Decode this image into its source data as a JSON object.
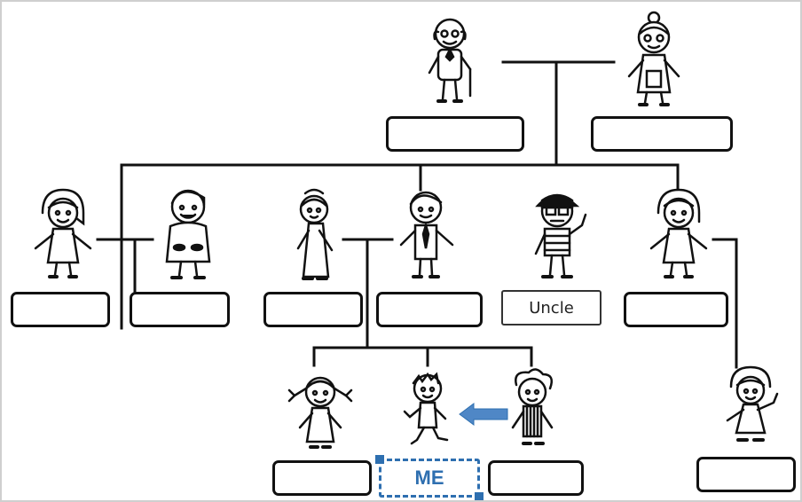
{
  "members": [
    {
      "id": "grandfather",
      "label": ""
    },
    {
      "id": "grandmother",
      "label": ""
    },
    {
      "id": "aunt-left",
      "label": ""
    },
    {
      "id": "aunt-left-husband",
      "label": ""
    },
    {
      "id": "mother",
      "label": ""
    },
    {
      "id": "father",
      "label": ""
    },
    {
      "id": "uncle",
      "label": "Uncle"
    },
    {
      "id": "aunt-right",
      "label": ""
    },
    {
      "id": "sister",
      "label": ""
    },
    {
      "id": "me",
      "label": "ME"
    },
    {
      "id": "brother",
      "label": ""
    },
    {
      "id": "cousin",
      "label": ""
    }
  ],
  "colors": {
    "line": "#111111",
    "highlight": "#2e6fb0",
    "arrow": "#4f87c6"
  }
}
